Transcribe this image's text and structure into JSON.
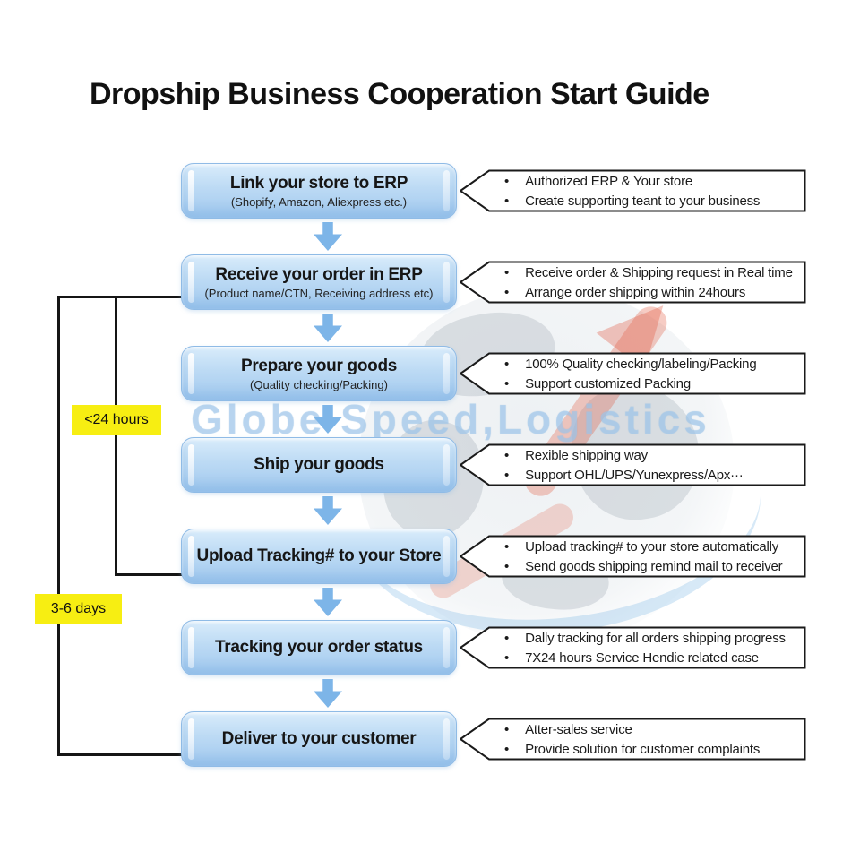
{
  "title": "Dropship Business Cooperation Start Guide",
  "watermark": {
    "text": "Globe Speed,Logistics"
  },
  "durations": [
    {
      "label": "<24 hours"
    },
    {
      "label": "3-6 days"
    }
  ],
  "steps": [
    {
      "label": "Link your store to ERP",
      "sublabel": "(Shopify, Amazon, Aliexpress etc.)",
      "notes": [
        "Authorized ERP & Your store",
        "Create supporting teant to your business"
      ]
    },
    {
      "label": "Receive your order in ERP",
      "sublabel": "(Product name/CTN, Receiving address etc)",
      "notes": [
        "Receive order & Shipping request in Real time",
        "Arrange order shipping within 24hours"
      ]
    },
    {
      "label": "Prepare your goods",
      "sublabel": "(Quality checking/Packing)",
      "notes": [
        "100% Quality checking/labeling/Packing",
        "Support customized Packing"
      ]
    },
    {
      "label": "Ship your goods",
      "sublabel": "",
      "notes": [
        "Rexible shipping way",
        "Support OHL/UPS/Yunexpress/Apx···"
      ]
    },
    {
      "label": "Upload Tracking# to your Store",
      "sublabel": "",
      "notes": [
        "Upload tracking# to your store automatically",
        "Send goods shipping remind mail to receiver"
      ]
    },
    {
      "label": "Tracking your order status",
      "sublabel": "",
      "notes": [
        "Dally tracking for all orders shipping progress",
        "7X24 hours Service Hendie related case"
      ]
    },
    {
      "label": "Deliver to your customer",
      "sublabel": "",
      "notes": [
        "Atter-sales service",
        "Provide solution for customer complaints"
      ]
    }
  ],
  "colors": {
    "box_fill_top": "#d9ecfb",
    "box_fill_bottom": "#a2c9ef",
    "box_border": "#8fbbe6",
    "arrow_blue": "#7db5e8",
    "highlight_yellow": "#f7ee12",
    "outline_black": "#1a1a1a",
    "watermark_blue": "#a4cbec",
    "swoosh_red": "#e1553c"
  }
}
